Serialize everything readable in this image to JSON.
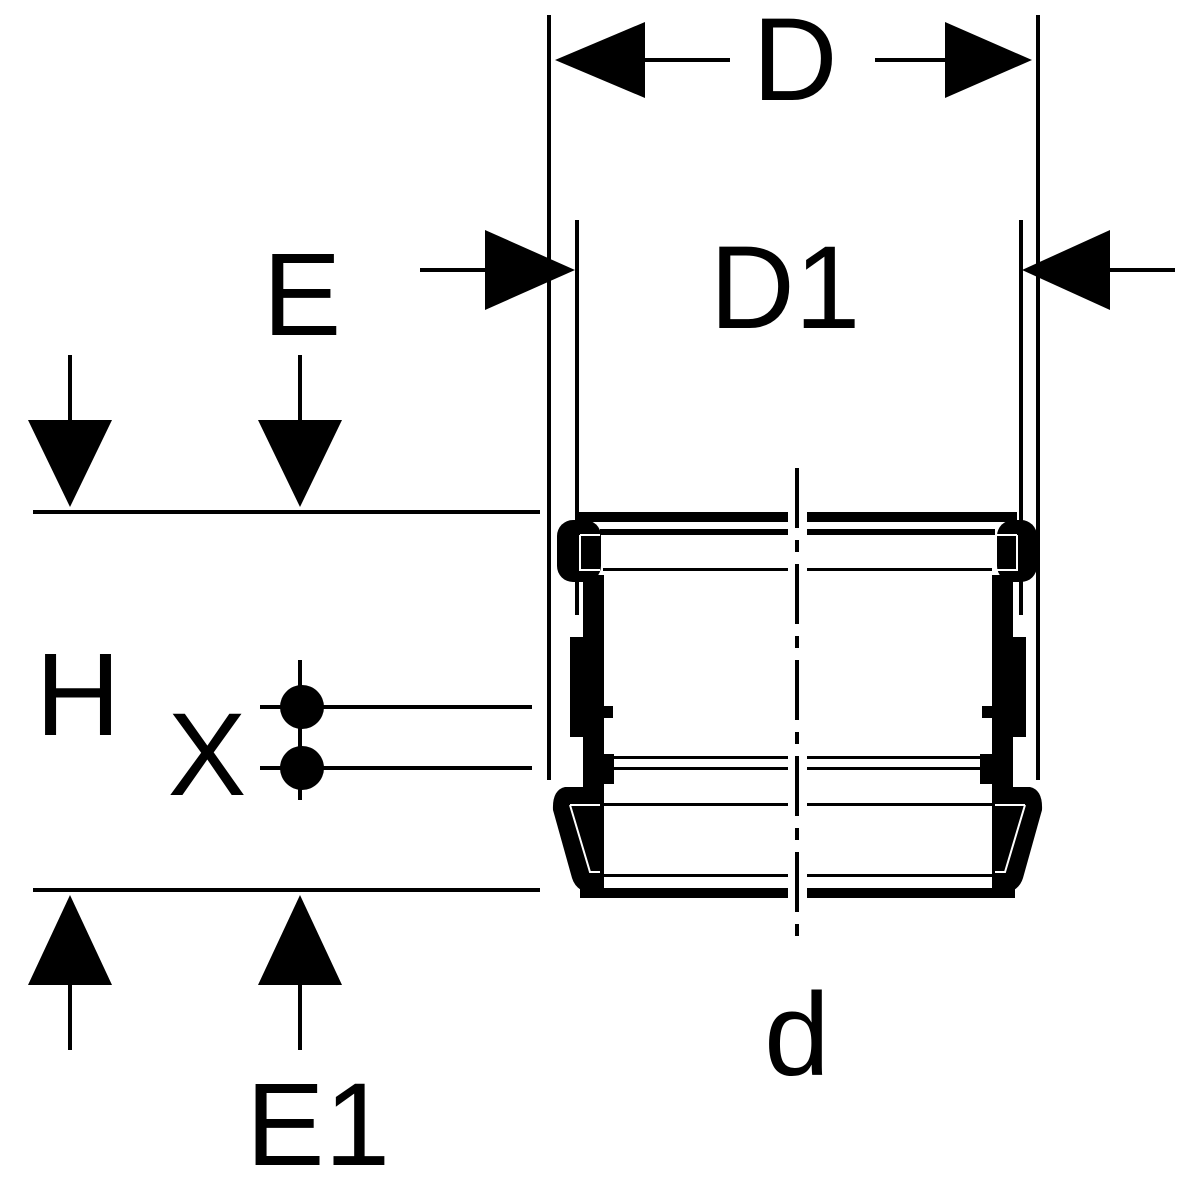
{
  "labels": {
    "D": "D",
    "D1": "D1",
    "E": "E",
    "E1": "E1",
    "H": "H",
    "X": "X",
    "d": "d"
  },
  "colors": {
    "ink": "#000000",
    "background": "#ffffff"
  }
}
